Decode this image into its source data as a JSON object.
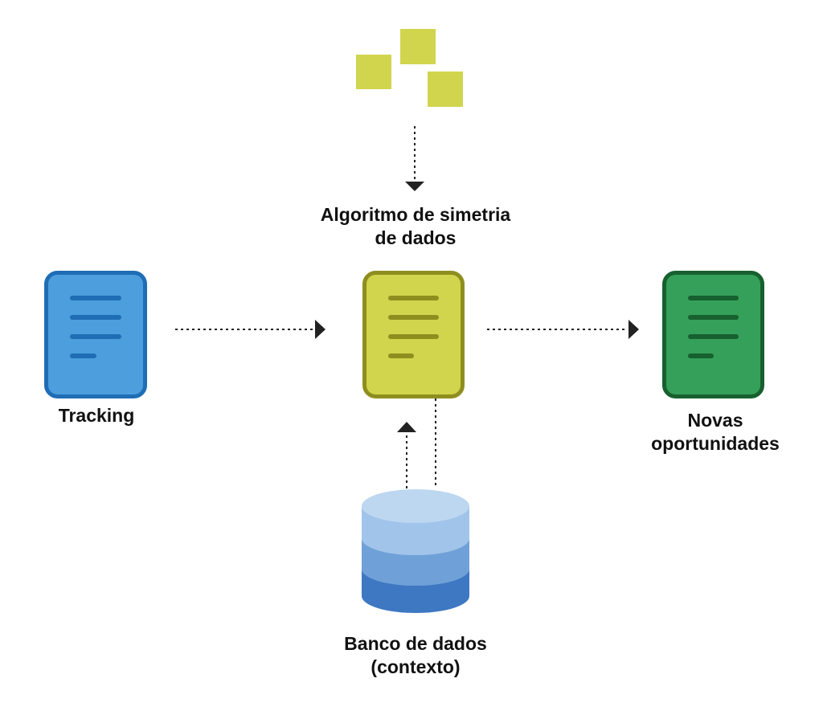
{
  "nodes": {
    "algoritmo": {
      "line1": "Algoritmo de simetria",
      "line2": "de dados",
      "color": "#D0D54D",
      "border": "#8E8E1F",
      "line_color": "#8E8E1F"
    },
    "tracking": {
      "label": "Tracking",
      "color": "#4C9FDC",
      "border": "#1F6DB5",
      "line_color": "#1F6DB5"
    },
    "novas": {
      "line1": "Novas",
      "line2": "oportunidades",
      "color": "#35A05A",
      "border": "#17602F",
      "line_color": "#17602F"
    },
    "banco": {
      "line1": "Banco de dados",
      "line2": "(contexto)",
      "colors": [
        "#BDD7F1",
        "#A0C4EA",
        "#6FA1D8",
        "#3E78C2"
      ]
    }
  },
  "sticky_notes": {
    "count": 3,
    "color": "#D0D54D"
  },
  "arrow_color": "#222222",
  "edges": [
    {
      "from": "sticky-notes",
      "to": "algoritmo"
    },
    {
      "from": "tracking",
      "to": "algoritmo"
    },
    {
      "from": "algoritmo",
      "to": "novas"
    },
    {
      "from": "banco",
      "to": "algoritmo"
    },
    {
      "from": "algoritmo",
      "to": "banco"
    }
  ]
}
